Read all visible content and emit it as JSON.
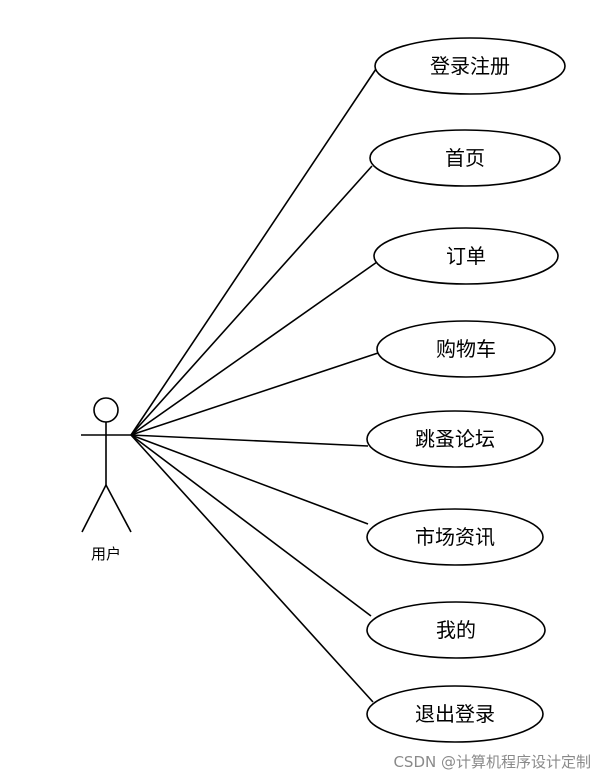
{
  "actor": {
    "label": "用户"
  },
  "use_cases": [
    {
      "label": "登录注册"
    },
    {
      "label": "首页"
    },
    {
      "label": "订单"
    },
    {
      "label": "购物车"
    },
    {
      "label": "跳蚤论坛"
    },
    {
      "label": "市场资讯"
    },
    {
      "label": "我的"
    },
    {
      "label": "退出登录"
    }
  ],
  "watermark": "CSDN @计算机程序设计定制"
}
